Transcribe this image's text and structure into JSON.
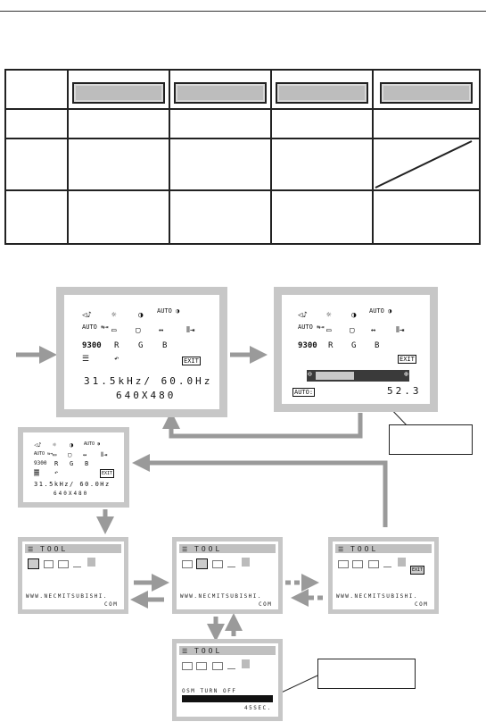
{
  "main_menu": {
    "icons": {
      "volume": "◁♪",
      "brightness": "☼",
      "contrast": "◑",
      "auto_contrast": "AUTO ◑",
      "auto_adjust": "AUTO ⇆⇥",
      "left_right": "▭",
      "down_up": "▢",
      "h_size": "↔",
      "fine": "⦀⇥",
      "temp": "9300",
      "red": "R",
      "green": "G",
      "blue": "B",
      "tools": "☰",
      "factory": "↶",
      "exit": "EXIT"
    },
    "freq": "31.5kHz/ 60.0Hz",
    "resolution": "640X480"
  },
  "adjust_screen": {
    "auto_label": "AUTO:",
    "value": "52.3",
    "minus": "⊖",
    "plus": "⊕",
    "level": 0.45
  },
  "tool_screen": {
    "title": "TOOL",
    "url_1": "WWW.NECMITSUBISHI.",
    "url_2": "COM",
    "osm_label": "OSM TURN OFF",
    "osm_value": "45SEC."
  },
  "colors": {
    "panel": "#c7c7c7",
    "arrow": "#9a9a9a",
    "ink": "#111111"
  }
}
